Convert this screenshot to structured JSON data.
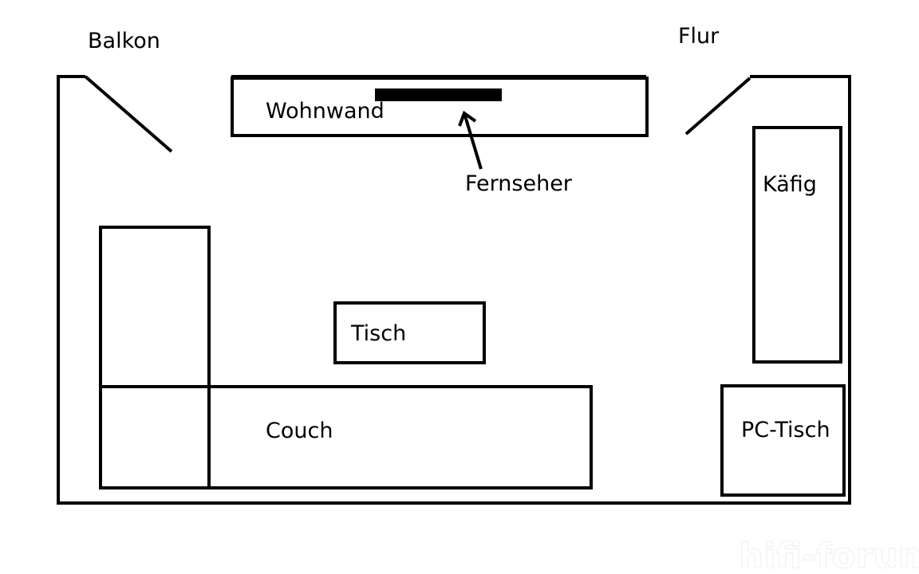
{
  "labels": {
    "balkon": "Balkon",
    "flur": "Flur",
    "wohnwand": "Wohnwand",
    "fernseher": "Fernseher",
    "kaefig": "Käfig",
    "tisch": "Tisch",
    "couch": "Couch",
    "pc_tisch": "PC-Tisch"
  },
  "watermark": "hifi-forum.de",
  "colors": {
    "line": "#000000",
    "background": "#ffffff"
  }
}
